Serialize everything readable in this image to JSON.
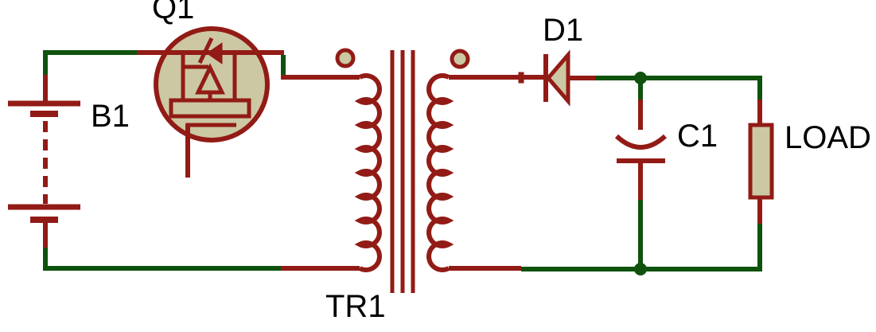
{
  "diagram": {
    "title": "Flyback converter schematic",
    "tool_style": "schematic-capture"
  },
  "colors": {
    "wire": "#0E520E",
    "component": "#921B16",
    "fill": "#CCC8A3",
    "label": "#000000",
    "bg": "#FFFFFF"
  },
  "components": {
    "q1": {
      "ref": "Q1",
      "type": "n-channel power MOSFET with body diode"
    },
    "b1": {
      "ref": "B1",
      "type": "battery"
    },
    "tr1": {
      "ref": "TR1",
      "type": "transformer with phase dots"
    },
    "d1": {
      "ref": "D1",
      "type": "diode"
    },
    "c1": {
      "ref": "C1",
      "type": "polarized capacitor"
    },
    "load": {
      "ref": "LOAD",
      "type": "resistive load"
    }
  }
}
